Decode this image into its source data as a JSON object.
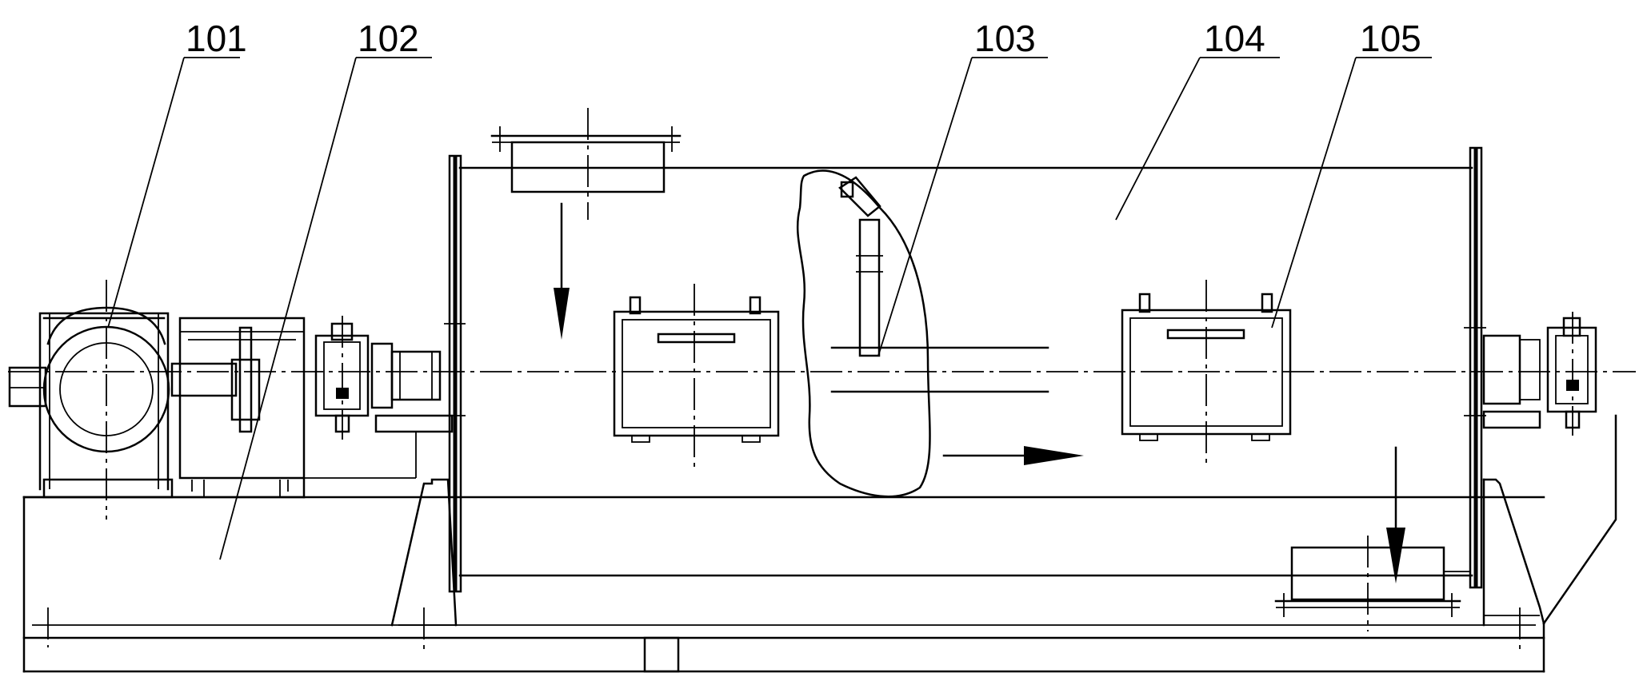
{
  "labels": {
    "motor": "101",
    "frame": "102",
    "mixing_shaft": "103",
    "drum": "104",
    "access_door": "105"
  }
}
